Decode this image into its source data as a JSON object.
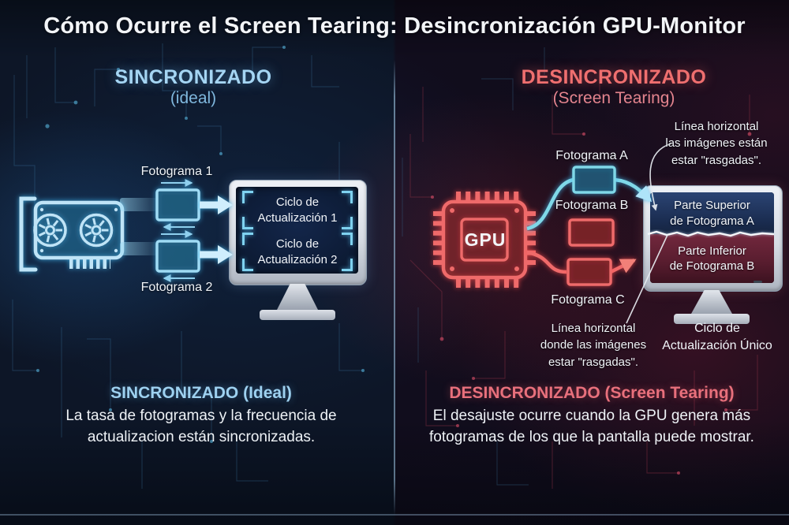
{
  "title": "Cómo Ocurre el Screen Tearing: Desincronización GPU-Monitor",
  "left_panel": {
    "heading": "SINCRONIZADO",
    "subheading": "(ideal)",
    "frame1": "Fotograma 1",
    "frame2": "Fotograma 2",
    "cycle1": "Ciclo de\nActualización 1",
    "cycle2": "Ciclo de\nActualización 2",
    "caption_title": "SINCRONIZADO (Ideal)",
    "caption_body": "La tasa de fotogramas y la frecuencia de actualizacion están sincronizadas."
  },
  "right_panel": {
    "heading": "DESINCRONIZADO",
    "subheading": "(Screen Tearing)",
    "gpu": "GPU",
    "frameA": "Fotograma A",
    "frameB": "Fotograma B",
    "frameC": "Fotograma C",
    "screen_top": "Parte Superior\nde Fotograma A",
    "screen_bottom": "Parte Inferior\nde Fotograma B",
    "annotation_top": "Línea horizontal\nlas imágenes están\nestar \"rasgadas\".",
    "annotation_bottom": "Línea horizontal\ndonde las imágenes\nestar \"rasgadas\".",
    "cycle_single": "Ciclo de\nActualización Único",
    "caption_title": "DESINCRONIZADO (Screen Tearing)",
    "caption_body": "El desajuste ocurre cuando la GPU genera más fotogramas de los que la pantalla puede mostrar."
  },
  "colors": {
    "cyan_accent": "#9fdcf5",
    "red_accent": "#ef6b6b",
    "heading_blue": "#a5d5f3",
    "heading_red": "#ef6f6f",
    "monitor_frame": "#d9dee6",
    "screen_top_blue": "#2b4473",
    "screen_bottom_red": "#72283d",
    "tear_white": "#f5f7fa",
    "background_left": "#0d1627",
    "background_right": "#110d1d"
  }
}
